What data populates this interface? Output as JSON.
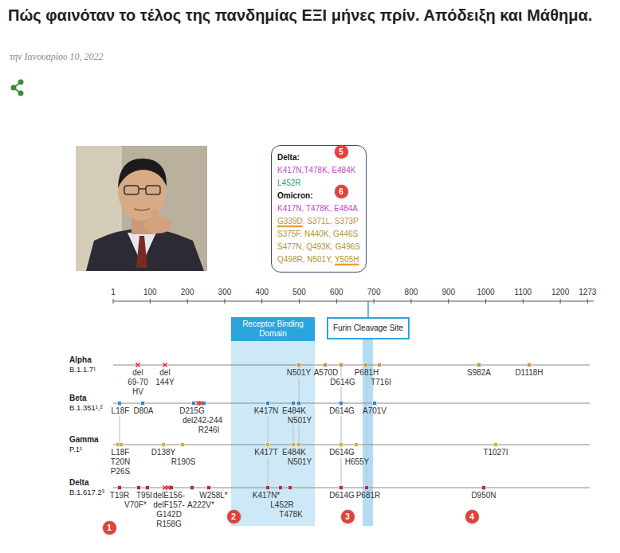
{
  "diagram": {
    "title": "Πώς φαινόταν το τέλος της πανδημίας ΕΞΙ μήνες πρίν. Απόδειξη και Μάθημα.",
    "nodes": [
      {
        "text": [
          "Delta:",
          "K417N,T478K, E484K",
          "L452R",
          "Omicron:",
          "K417N, T478K, E484A",
          "G339D, S371L, S373P",
          "S375F, N440K, G446S",
          "S477N, Q493K, G496S",
          "Q498R, N501Y, Y505H"
        ]
      },
      {
        "text": [
          "Receptor Binding Domain"
        ]
      },
      {
        "text": [
          "Furin Cleavage Site"
        ]
      }
    ],
    "labels": [
      "την Ιανουαρίου 10, 2022",
      "5",
      "6",
      "1",
      "100",
      "200",
      "300",
      "400",
      "500",
      "600",
      "700",
      "800",
      "900",
      "1000",
      "1100",
      "1200",
      "1273",
      "Alpha",
      "B.1.1.7¹",
      "del 69-70 HV",
      "del 144Y",
      "N501Y",
      "A570D",
      "D614G",
      "P681H",
      "T716I",
      "S982A",
      "D1118H",
      "Beta",
      "B.1.351¹,²",
      "L18F",
      "D80A",
      "D215G",
      "del242-244",
      "R246I",
      "K417N",
      "E484K",
      "N501Y",
      "D614G",
      "A701V",
      "Gamma",
      "P.1¹",
      "L18F",
      "T20N",
      "P26S",
      "D138Y",
      "R190S",
      "K417T",
      "E484K",
      "N501Y",
      "D614G",
      "H655Y",
      "T1027I",
      "Delta",
      "B.1.617.2³",
      "T19R",
      "V70F*",
      "T95I",
      "delE156-",
      "delF157-",
      "G142D",
      "R158G",
      "A222V*",
      "W258L*",
      "K417N*",
      "L452R",
      "T478K",
      "D614G",
      "P681R",
      "D950N",
      "1",
      "2",
      "3",
      "4"
    ]
  }
}
